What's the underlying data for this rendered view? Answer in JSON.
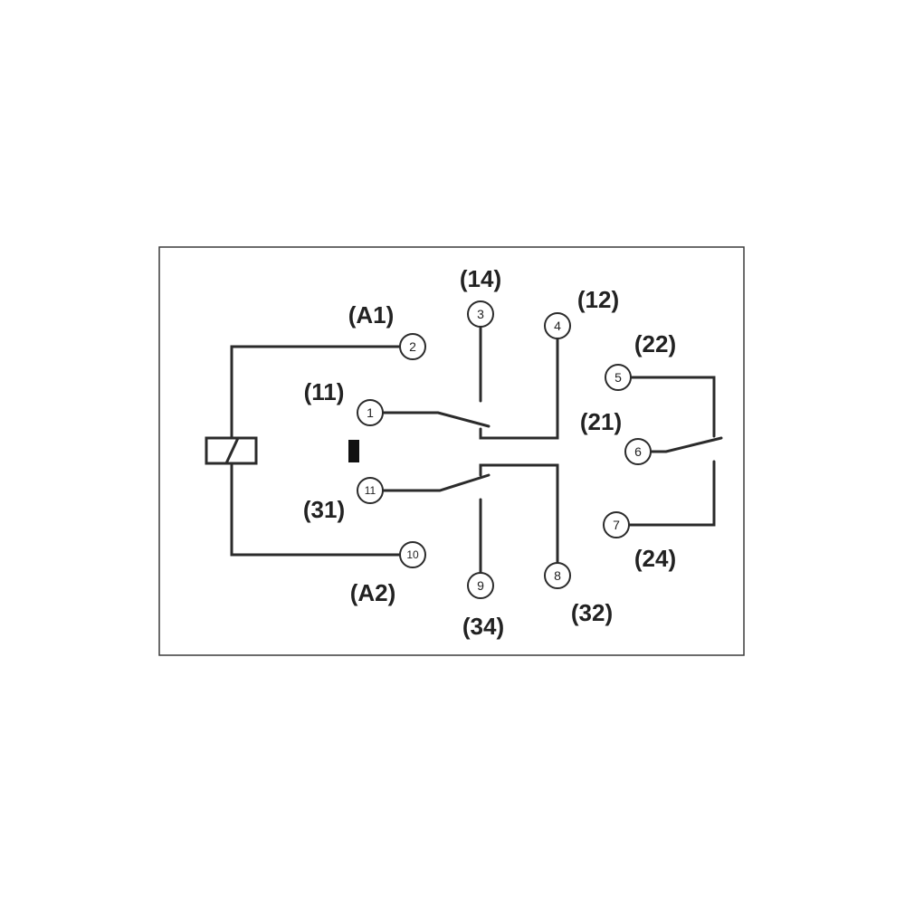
{
  "terminals": [
    {
      "id": "t1",
      "num": "1"
    },
    {
      "id": "t2",
      "num": "2"
    },
    {
      "id": "t3",
      "num": "3"
    },
    {
      "id": "t4",
      "num": "4"
    },
    {
      "id": "t5",
      "num": "5"
    },
    {
      "id": "t6",
      "num": "6"
    },
    {
      "id": "t7",
      "num": "7"
    },
    {
      "id": "t8",
      "num": "8"
    },
    {
      "id": "t9",
      "num": "9"
    },
    {
      "id": "t10",
      "num": "10"
    },
    {
      "id": "t11",
      "num": "11"
    }
  ],
  "labels": {
    "a1": "(A1)",
    "a2": "(A2)",
    "l11": "(11)",
    "l12": "(12)",
    "l14": "(14)",
    "l21": "(21)",
    "l22": "(22)",
    "l24": "(24)",
    "l31": "(31)",
    "l32": "(32)",
    "l34": "(34)"
  },
  "colors": {
    "line": "#2b2b2b",
    "background": "#ffffff"
  }
}
